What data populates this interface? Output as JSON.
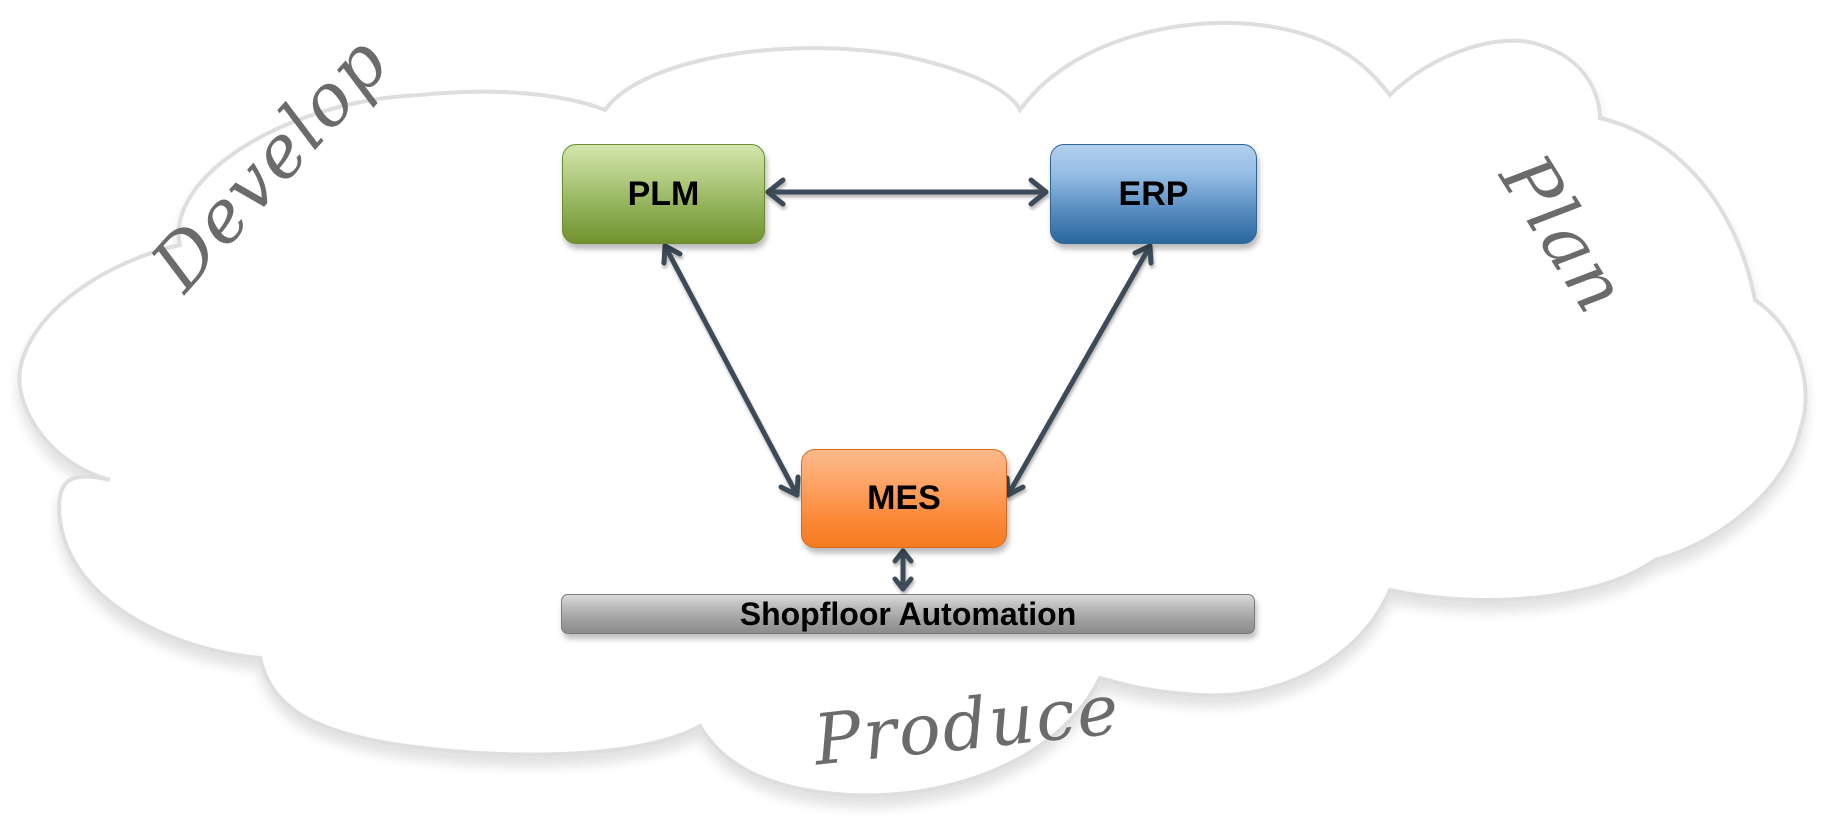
{
  "diagram": {
    "type": "system-integration-cloud",
    "nodes": [
      {
        "id": "plm",
        "label": "PLM",
        "color": "#95b35c"
      },
      {
        "id": "erp",
        "label": "ERP",
        "color": "#5f92c4"
      },
      {
        "id": "mes",
        "label": "MES",
        "color": "#fb8a39"
      }
    ],
    "base_layer": {
      "id": "shopfloor",
      "label": "Shopfloor Automation",
      "color": "#a8a8a8"
    },
    "edges": [
      {
        "from": "plm",
        "to": "erp",
        "direction": "bidirectional"
      },
      {
        "from": "plm",
        "to": "mes",
        "direction": "bidirectional"
      },
      {
        "from": "erp",
        "to": "mes",
        "direction": "bidirectional"
      },
      {
        "from": "mes",
        "to": "shopfloor",
        "direction": "bidirectional"
      }
    ],
    "cloud_labels": {
      "develop": "Develop",
      "plan": "Plan",
      "produce": "Produce"
    },
    "colors": {
      "arrow": "#3d4b58",
      "cloud_outline": "#dcdcdc",
      "handwriting": "#6b6b6b"
    }
  }
}
